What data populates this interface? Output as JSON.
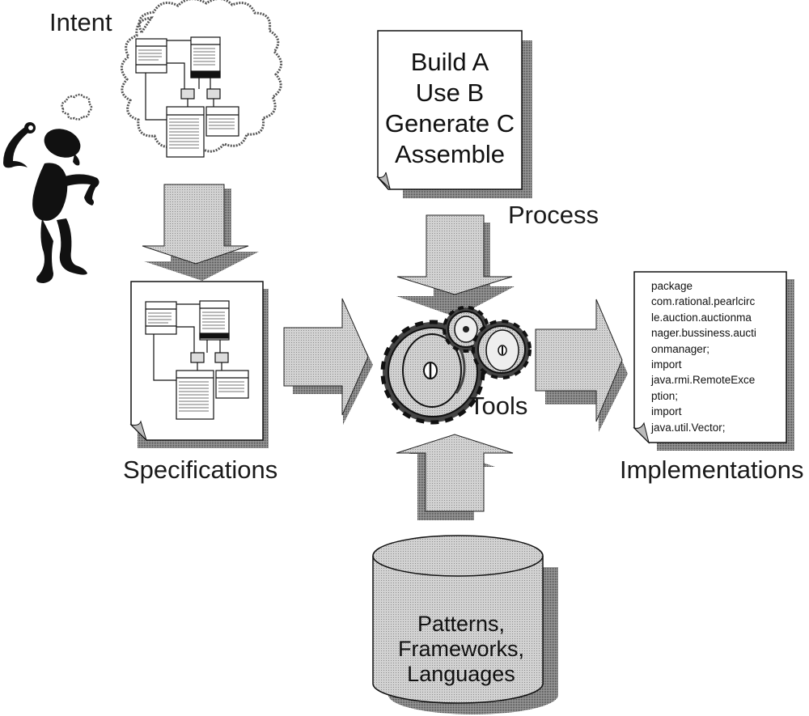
{
  "diagram": {
    "labels": {
      "intent": "Intent",
      "process": "Process",
      "specifications": "Specifications",
      "tools": "Tools",
      "implementations": "Implementations"
    },
    "process_document": {
      "lines": [
        "Build A",
        "Use B",
        "Generate C",
        "Assemble"
      ]
    },
    "implementation_document": {
      "lines": [
        "package",
        "com.rational.pearlcirc",
        "le.auction.auctionma",
        "nager.bussiness.aucti",
        "onmanager;",
        "import",
        "java.rmi.RemoteExce",
        "ption;",
        "import",
        "java.util.Vector;"
      ]
    },
    "repository": {
      "lines": [
        "Patterns,",
        "Frameworks,",
        "Languages"
      ]
    },
    "colors": {
      "fill_gray": "#c8c8c8",
      "shadow_gray": "#7a7a7a",
      "ink": "#111111",
      "paper": "#ffffff"
    }
  }
}
